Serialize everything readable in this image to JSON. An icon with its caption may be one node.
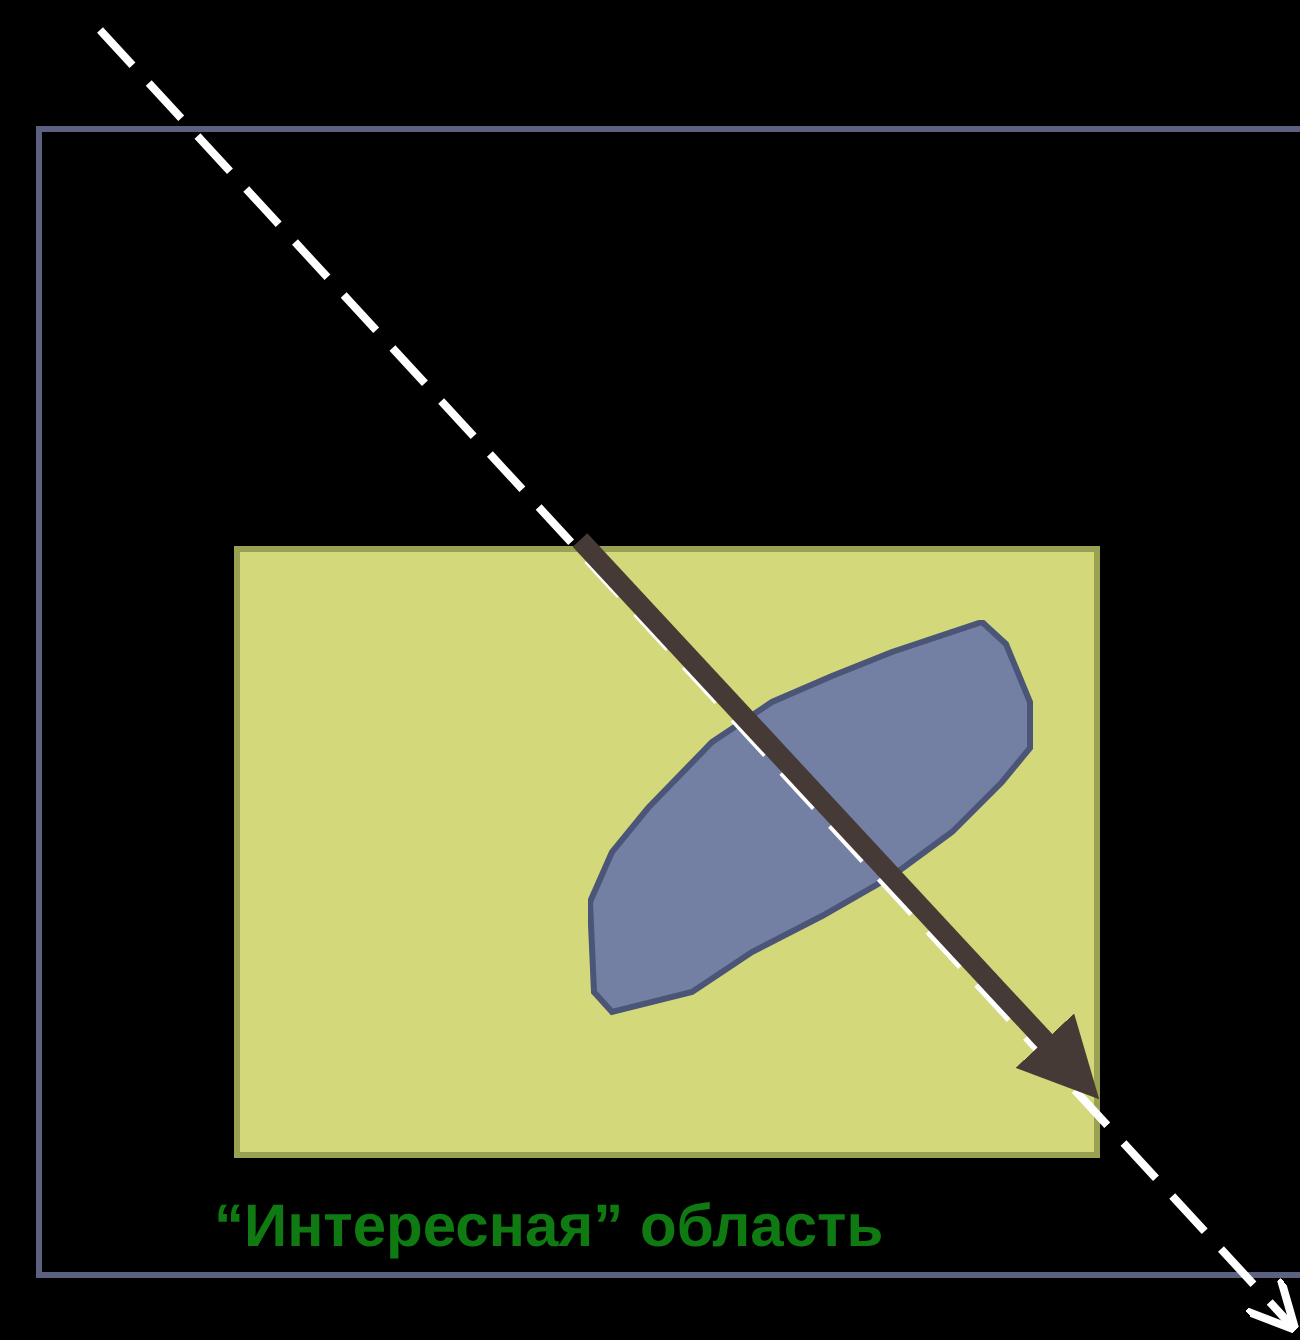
{
  "diagram": {
    "nodes": [
      {
        "text": [],
        "shape": "box"
      },
      {
        "text": [
          "“Интересная” область"
        ],
        "in": 0
      },
      {
        "text": [],
        "shape": "blob",
        "in": 1
      }
    ]
  }
}
